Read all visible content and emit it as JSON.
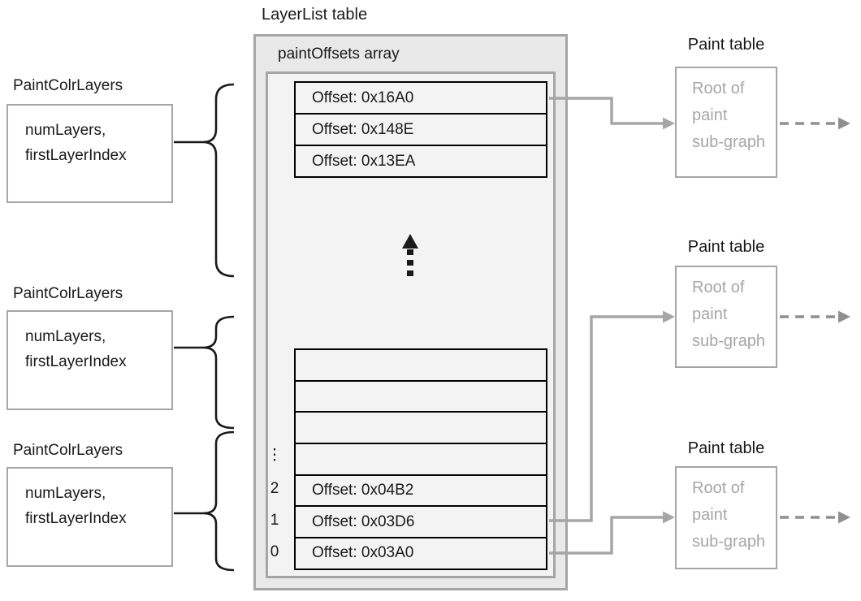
{
  "title": "LayerList table",
  "array": {
    "label": "paintOffsets array",
    "top_rows": [
      {
        "label": "Offset: 0x16A0"
      },
      {
        "label": "Offset: 0x148E"
      },
      {
        "label": "Offset: 0x13EA"
      }
    ],
    "bottom_rows": [
      {
        "label": ""
      },
      {
        "label": ""
      },
      {
        "label": ""
      },
      {
        "label": ""
      },
      {
        "label": "Offset: 0x04B2"
      },
      {
        "label": "Offset: 0x03D6"
      },
      {
        "label": "Offset: 0x03A0"
      }
    ],
    "indices": {
      "ellipsis": "⋮",
      "i2": "2",
      "i1": "1",
      "i0": "0"
    }
  },
  "layer_records": [
    {
      "title": "PaintColrLayers",
      "line1": "numLayers,",
      "line2": "firstLayerIndex"
    },
    {
      "title": "PaintColrLayers",
      "line1": "numLayers,",
      "line2": "firstLayerIndex"
    },
    {
      "title": "PaintColrLayers",
      "line1": "numLayers,",
      "line2": "firstLayerIndex"
    }
  ],
  "paint_tables": [
    {
      "title": "Paint table",
      "line1": "Root of",
      "line2": "paint",
      "line3": "sub-graph"
    },
    {
      "title": "Paint table",
      "line1": "Root of",
      "line2": "paint",
      "line3": "sub-graph"
    },
    {
      "title": "Paint table",
      "line1": "Root of",
      "line2": "paint",
      "line3": "sub-graph"
    }
  ],
  "colors": {
    "box_border": "#a6a6a6",
    "arrow_gray": "#a6a6a6",
    "outer_fill": "#e9e9e9",
    "inner_fill": "#f3f3f3",
    "gray_text": "#a6a6a6",
    "text": "#1a1a1a"
  }
}
